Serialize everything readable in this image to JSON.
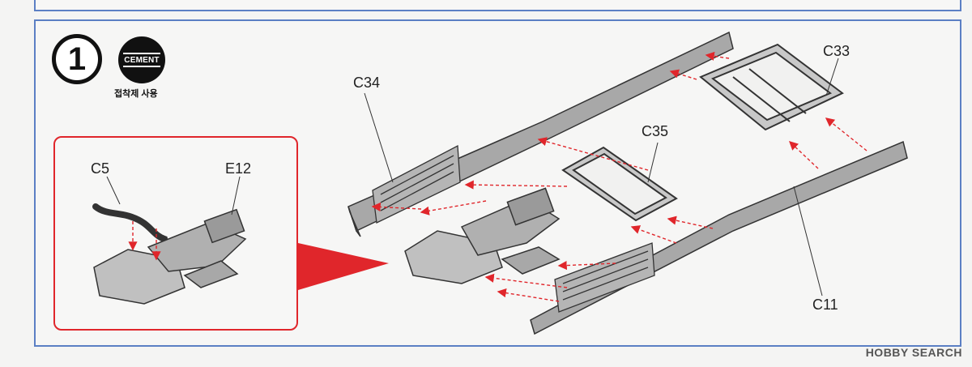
{
  "top_strip": {
    "cells": [
      "",
      "",
      "",
      "",
      "",
      "",
      ""
    ]
  },
  "step": {
    "number": "1",
    "cement_label": "CEMENT",
    "cement_caption": "접착제 사용"
  },
  "parts": {
    "c33": "C33",
    "c34": "C34",
    "c35": "C35",
    "c11": "C11",
    "c5": "C5",
    "e12": "E12"
  },
  "watermark": "HOBBY SEARCH",
  "colors": {
    "frame_blue": "#5b7fc4",
    "inset_red": "#e0262b",
    "part_gray": "#9e9e9e",
    "arrow_red": "#e0262b"
  }
}
